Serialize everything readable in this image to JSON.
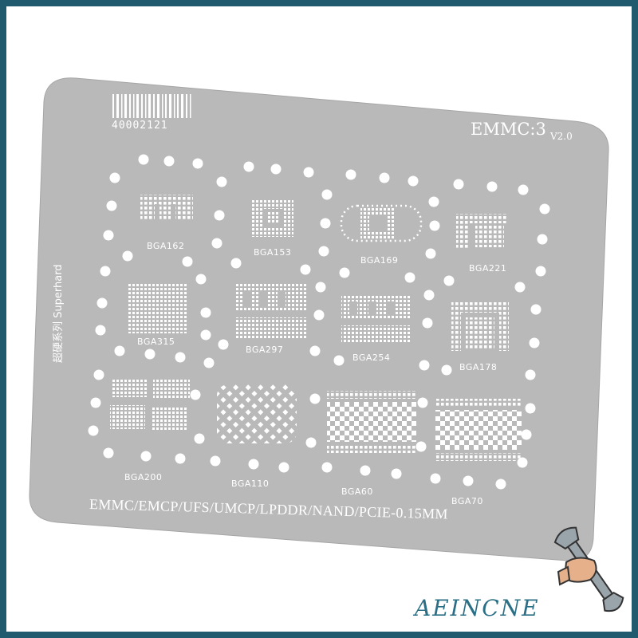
{
  "stencil": {
    "serial_number": "40002121",
    "model": "EMMC:3",
    "version": "V2.0",
    "series_text": "超硬系列 Superhard",
    "footer": "EMMC/EMCP/UFS/UMCP/LPDDR/NAND/PCIE-0.15MM",
    "packages": [
      {
        "label": "BGA162"
      },
      {
        "label": "BGA153"
      },
      {
        "label": "BGA169"
      },
      {
        "label": "BGA221"
      },
      {
        "label": "BGA315"
      },
      {
        "label": "BGA297"
      },
      {
        "label": "BGA254"
      },
      {
        "label": "BGA178"
      },
      {
        "label": "BGA200"
      },
      {
        "label": "BGA110"
      },
      {
        "label": "BGA60"
      },
      {
        "label": "BGA70"
      }
    ]
  },
  "branding": {
    "name": "AEINCNE",
    "icon": "wrench-in-hand-icon",
    "color": "#2a6f86"
  },
  "colors": {
    "frame": "#1f5a6f",
    "plate": "#b9b9b9",
    "holes": "#ffffff"
  }
}
